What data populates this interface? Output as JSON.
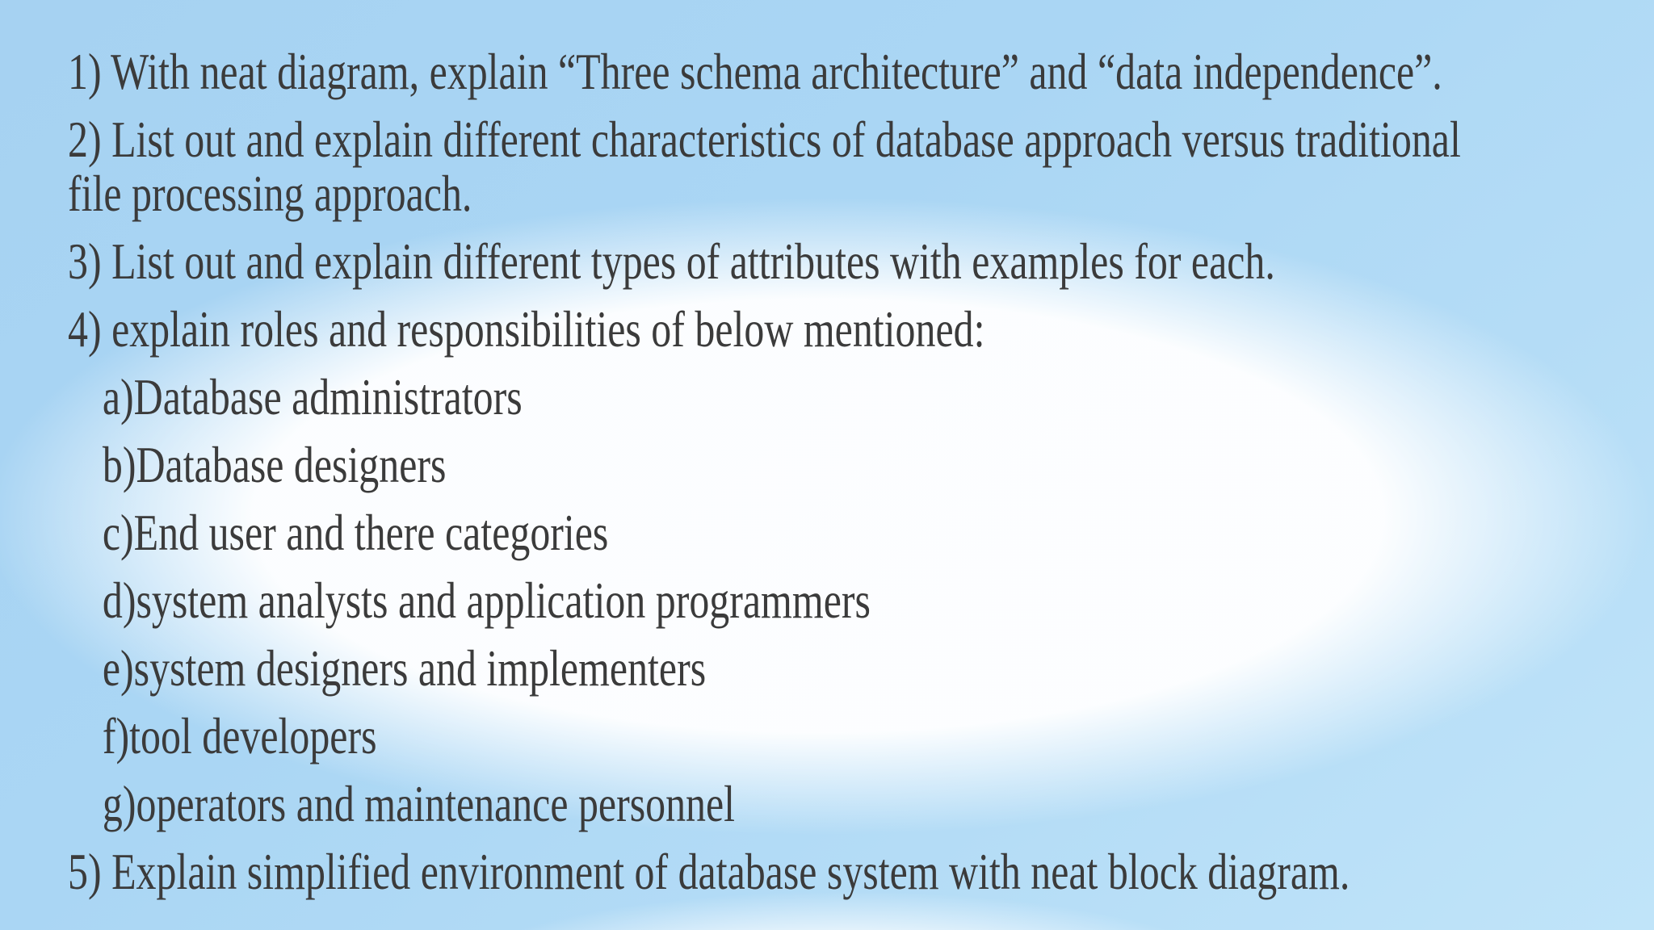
{
  "slide": {
    "kind": "presentation-slide",
    "colors": {
      "background_blue_top_left": "#a6d2f2",
      "background_blue_bottom_right": "#c0e4f9",
      "highlight_white": "#fdfeff",
      "text": "#3b3b3b"
    },
    "questions": [
      {
        "text": "1) With neat diagram, explain “Three schema architecture” and “data independence”."
      },
      {
        "text": "2) List out and explain different characteristics of database approach versus traditional\nfile processing approach."
      },
      {
        "text": "3) List out and explain different types of attributes with examples for each."
      },
      {
        "text": "4) explain roles and responsibilities of below mentioned:"
      },
      {
        "text": "a)Database administrators"
      },
      {
        "text": "b)Database designers"
      },
      {
        "text": "c)End user and there categories"
      },
      {
        "text": "d)system analysts and application programmers"
      },
      {
        "text": "e)system designers and implementers"
      },
      {
        "text": "f)tool developers"
      },
      {
        "text": "g)operators and maintenance personnel"
      },
      {
        "text": "5) Explain simplified environment of database system with neat block diagram."
      }
    ]
  }
}
